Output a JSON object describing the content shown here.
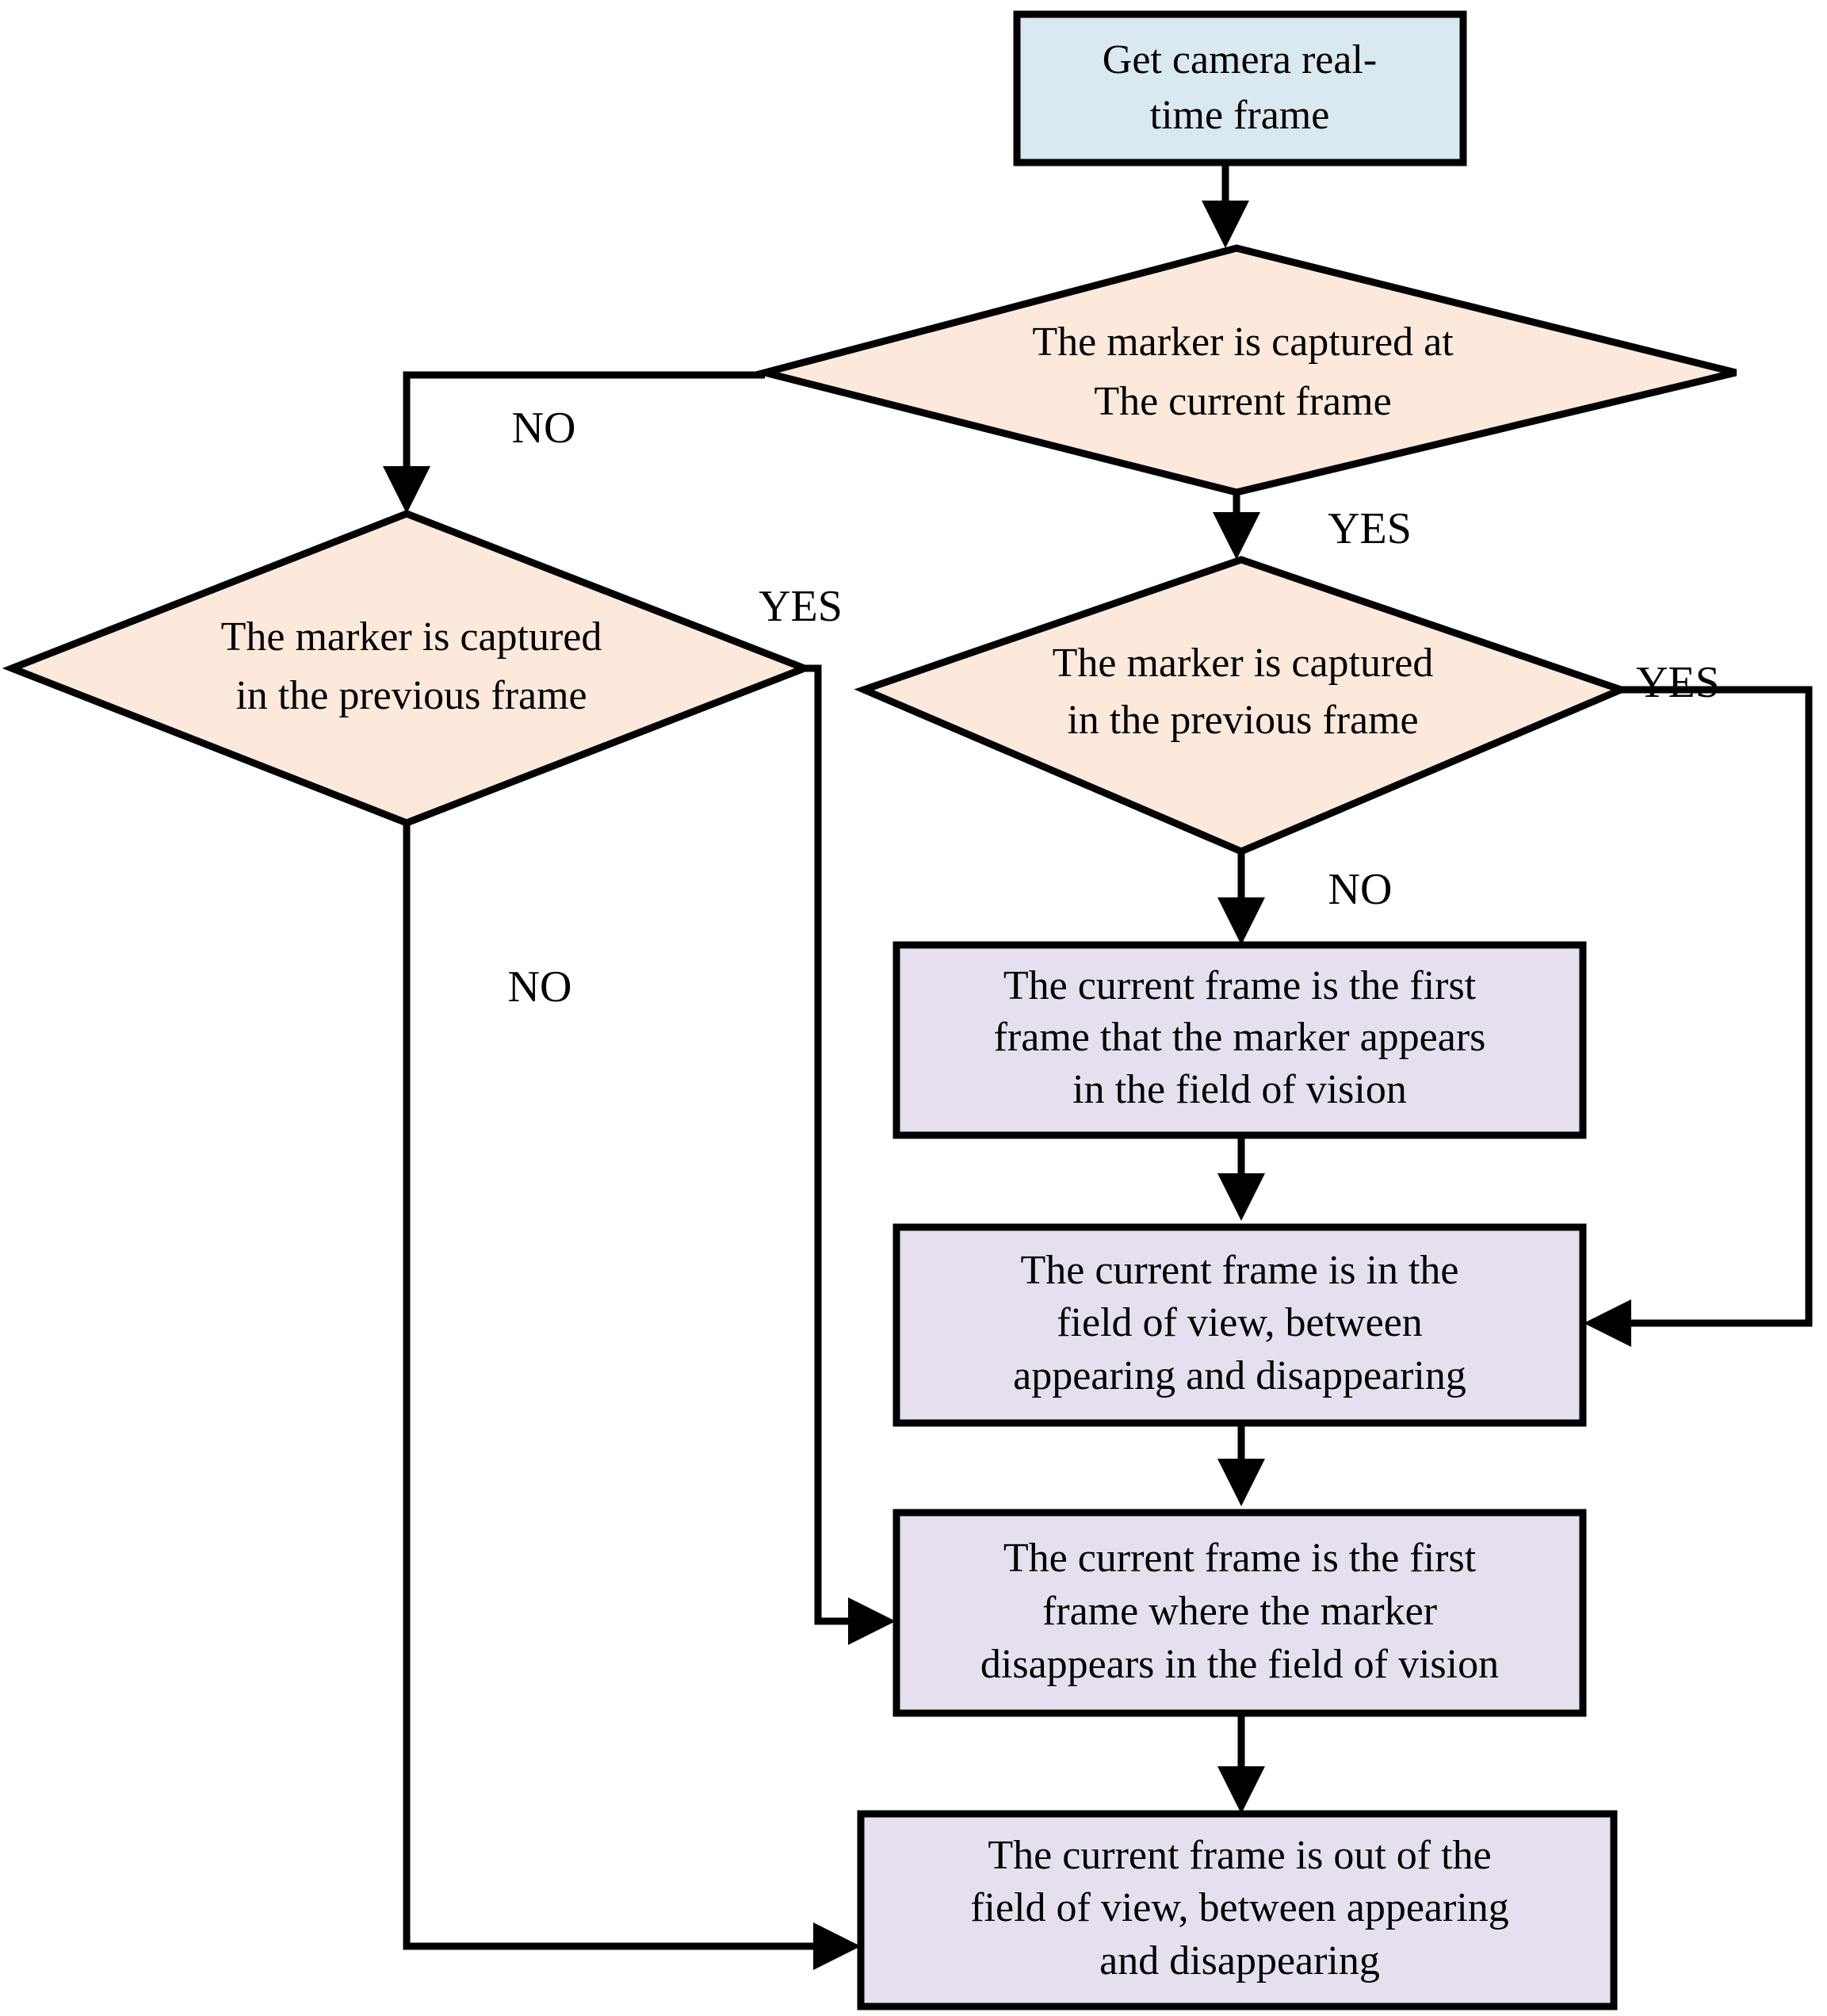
{
  "diagram": {
    "type": "flowchart",
    "title": "Marker frame-state decision flowchart",
    "colors": {
      "start_fill": "#dae8ef",
      "decision_fill": "#fce9db",
      "process_fill": "#e6e0ee",
      "stroke": "#000000",
      "text": "#000000",
      "background": "#ffffff"
    },
    "nodes": {
      "start": {
        "id": "start",
        "shape": "rectangle",
        "role": "start",
        "lines": [
          "Get camera real-",
          "time frame"
        ]
      },
      "decision_current": {
        "id": "decision_current",
        "shape": "diamond",
        "role": "decision",
        "lines": [
          "The marker is captured at",
          "The current frame"
        ]
      },
      "decision_prev_left": {
        "id": "decision_prev_left",
        "shape": "diamond",
        "role": "decision",
        "lines": [
          "The marker is captured",
          "in the previous frame"
        ]
      },
      "decision_prev_right": {
        "id": "decision_prev_right",
        "shape": "diamond",
        "role": "decision",
        "lines": [
          "The marker is captured",
          "in the previous frame"
        ]
      },
      "process_first_appears": {
        "id": "process_first_appears",
        "shape": "rectangle",
        "role": "process",
        "lines": [
          "The current frame is the first",
          "frame that the marker appears",
          "in the field of vision"
        ]
      },
      "process_in_view": {
        "id": "process_in_view",
        "shape": "rectangle",
        "role": "process",
        "lines": [
          "The current frame is in the",
          "field of view, between",
          "appearing and disappearing"
        ]
      },
      "process_first_disappears": {
        "id": "process_first_disappears",
        "shape": "rectangle",
        "role": "process",
        "lines": [
          "The current frame is the first",
          "frame where the marker",
          "disappears in the field of vision"
        ]
      },
      "process_out_of_view": {
        "id": "process_out_of_view",
        "shape": "rectangle",
        "role": "process",
        "lines": [
          "The current frame is out of the",
          "field of view, between appearing",
          "and disappearing"
        ]
      }
    },
    "edges": [
      {
        "id": "e-start-decision",
        "from": "start",
        "to": "decision_current",
        "label": ""
      },
      {
        "id": "e-current-no",
        "from": "decision_current",
        "to": "decision_prev_left",
        "label": "NO"
      },
      {
        "id": "e-current-yes",
        "from": "decision_current",
        "to": "decision_prev_right",
        "label": "YES"
      },
      {
        "id": "e-left-yes",
        "from": "decision_prev_left",
        "to": "process_first_disappears",
        "label": "YES"
      },
      {
        "id": "e-left-no",
        "from": "decision_prev_left",
        "to": "process_out_of_view",
        "label": "NO"
      },
      {
        "id": "e-right-no",
        "from": "decision_prev_right",
        "to": "process_first_appears",
        "label": "NO"
      },
      {
        "id": "e-right-yes",
        "from": "decision_prev_right",
        "to": "process_in_view",
        "label": "YES"
      },
      {
        "id": "e-appears-inview",
        "from": "process_first_appears",
        "to": "process_in_view",
        "label": ""
      },
      {
        "id": "e-inview-disappears",
        "from": "process_in_view",
        "to": "process_first_disappears",
        "label": ""
      },
      {
        "id": "e-disappears-outview",
        "from": "process_first_disappears",
        "to": "process_out_of_view",
        "label": ""
      }
    ],
    "labels": {
      "no_1": "NO",
      "yes_1": "YES",
      "yes_left": "YES",
      "no_left": "NO",
      "yes_right": "YES",
      "no_right": "NO"
    }
  }
}
